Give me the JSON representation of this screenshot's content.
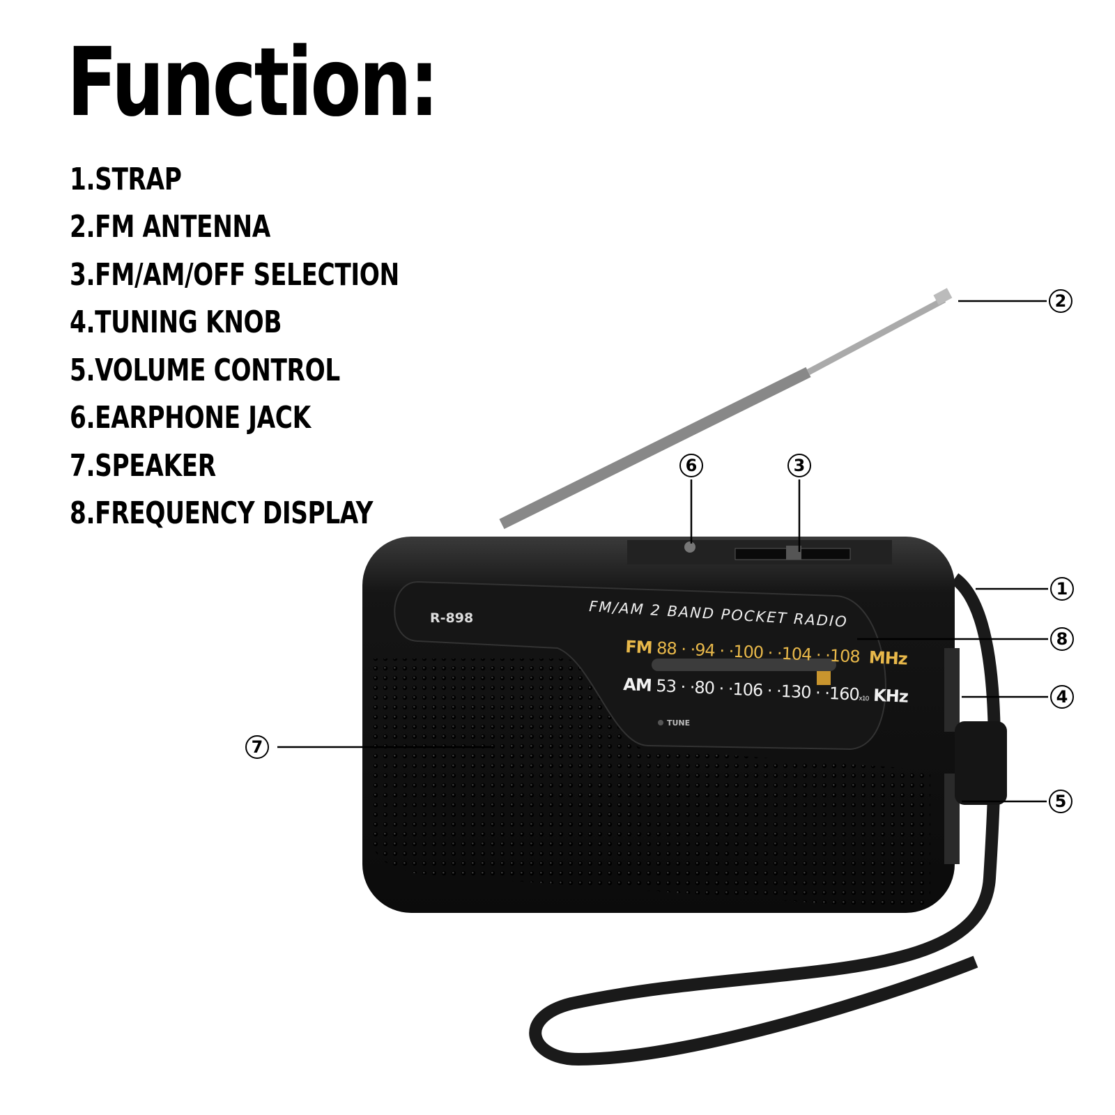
{
  "title": "Function:",
  "features": [
    "1.STRAP",
    "2.FM ANTENNA",
    "3.FM/AM/OFF SELECTION",
    "4.TUNING KNOB",
    "5.VOLUME CONTROL",
    "6.EARPHONE JACK",
    "7.SPEAKER",
    "8.FREQUENCY DISPLAY"
  ],
  "callouts": {
    "c1": "1",
    "c2": "2",
    "c3": "3",
    "c4": "4",
    "c5": "5",
    "c6": "6",
    "c7": "7",
    "c8": "8"
  },
  "radio": {
    "model": "R-898",
    "brand_line": "FM/AM 2 BAND POCKET RADIO",
    "fm_label": "FM",
    "fm_scale": [
      "88",
      "94",
      "100",
      "104",
      "108"
    ],
    "fm_unit": "MHz",
    "am_label": "AM",
    "am_scale": [
      "53",
      "80",
      "106",
      "130",
      "160"
    ],
    "am_multiplier": "x10",
    "am_unit": "KHz",
    "tune_label": "TUNE",
    "colors": {
      "body": "#111111",
      "fm_text": "#e8b84a",
      "am_text": "#f2f2f2",
      "pointer": "#c9952e"
    }
  }
}
